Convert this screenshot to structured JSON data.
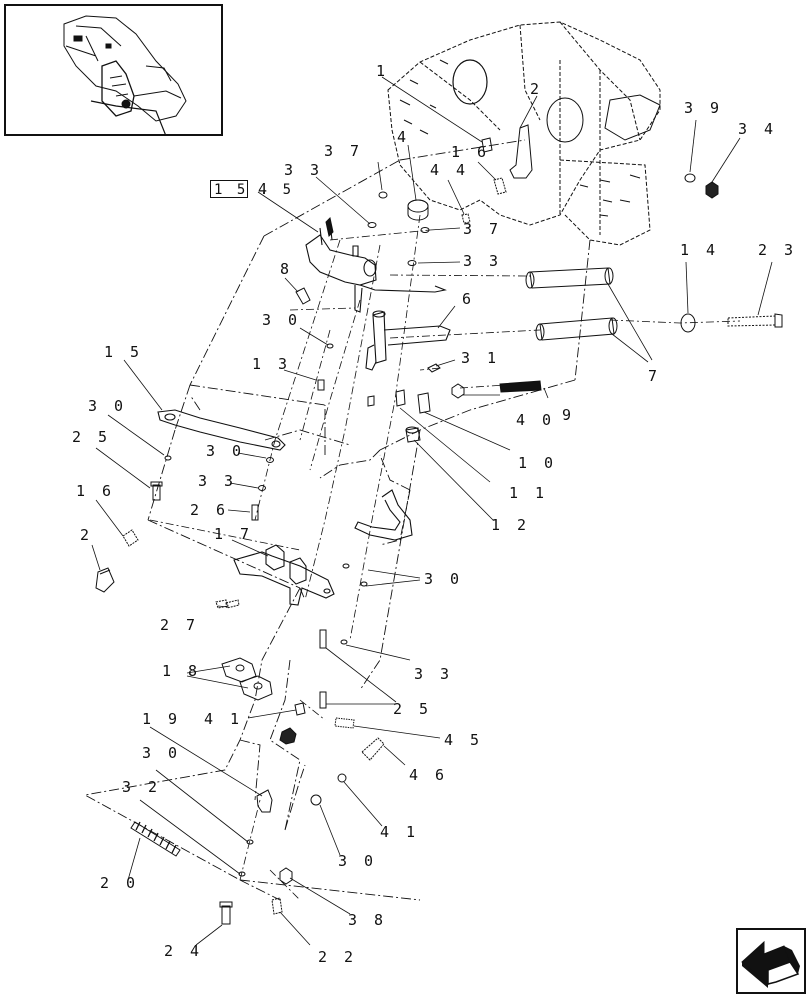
{
  "reference_box": "1 5 . 5",
  "callouts": [
    {
      "id": "c1",
      "text": "1"
    },
    {
      "id": "c2a",
      "text": "2"
    },
    {
      "id": "c16a",
      "text": "1 6"
    },
    {
      "id": "c39",
      "text": "3 9"
    },
    {
      "id": "c34",
      "text": "3 4"
    },
    {
      "id": "c37a",
      "text": "3 7"
    },
    {
      "id": "c4a",
      "text": "4"
    },
    {
      "id": "c44",
      "text": "4 4"
    },
    {
      "id": "c33a",
      "text": "3 3"
    },
    {
      "id": "c54",
      "text": "4"
    },
    {
      "id": "c37b",
      "text": "3 7"
    },
    {
      "id": "c33b",
      "text": "3 3"
    },
    {
      "id": "c14",
      "text": "1 4"
    },
    {
      "id": "c23",
      "text": "2 3"
    },
    {
      "id": "c8",
      "text": "8"
    },
    {
      "id": "c6",
      "text": "6"
    },
    {
      "id": "c30a",
      "text": "3 0"
    },
    {
      "id": "c31",
      "text": "3 1"
    },
    {
      "id": "c7",
      "text": "7"
    },
    {
      "id": "c13",
      "text": "1 3"
    },
    {
      "id": "c15",
      "text": "1 5"
    },
    {
      "id": "c40",
      "text": "4 0"
    },
    {
      "id": "c9",
      "text": "9"
    },
    {
      "id": "c30b",
      "text": "3 0"
    },
    {
      "id": "c10",
      "text": "1 0"
    },
    {
      "id": "c25a",
      "text": "2 5"
    },
    {
      "id": "c30c",
      "text": "3 0"
    },
    {
      "id": "c33c",
      "text": "3 3"
    },
    {
      "id": "c11",
      "text": "1 1"
    },
    {
      "id": "c16b",
      "text": "1 6"
    },
    {
      "id": "c26",
      "text": "2 6"
    },
    {
      "id": "c12",
      "text": "1 2"
    },
    {
      "id": "c2b",
      "text": "2"
    },
    {
      "id": "c17",
      "text": "1 7"
    },
    {
      "id": "c30d",
      "text": "3 0"
    },
    {
      "id": "c27",
      "text": "2 7"
    },
    {
      "id": "c33d",
      "text": "3 3"
    },
    {
      "id": "c18",
      "text": "1 8"
    },
    {
      "id": "c25b",
      "text": "2 5"
    },
    {
      "id": "c41a",
      "text": "4 1"
    },
    {
      "id": "c45",
      "text": "4 5"
    },
    {
      "id": "c46",
      "text": "4 6"
    },
    {
      "id": "c19",
      "text": "1 9"
    },
    {
      "id": "c30e",
      "text": "3 0"
    },
    {
      "id": "c32",
      "text": "3 2"
    },
    {
      "id": "c41b",
      "text": "4 1"
    },
    {
      "id": "c20",
      "text": "2 0"
    },
    {
      "id": "c30f",
      "text": "3 0"
    },
    {
      "id": "c38",
      "text": "3 8"
    },
    {
      "id": "c24",
      "text": "2 4"
    },
    {
      "id": "c22",
      "text": "2 2"
    }
  ]
}
